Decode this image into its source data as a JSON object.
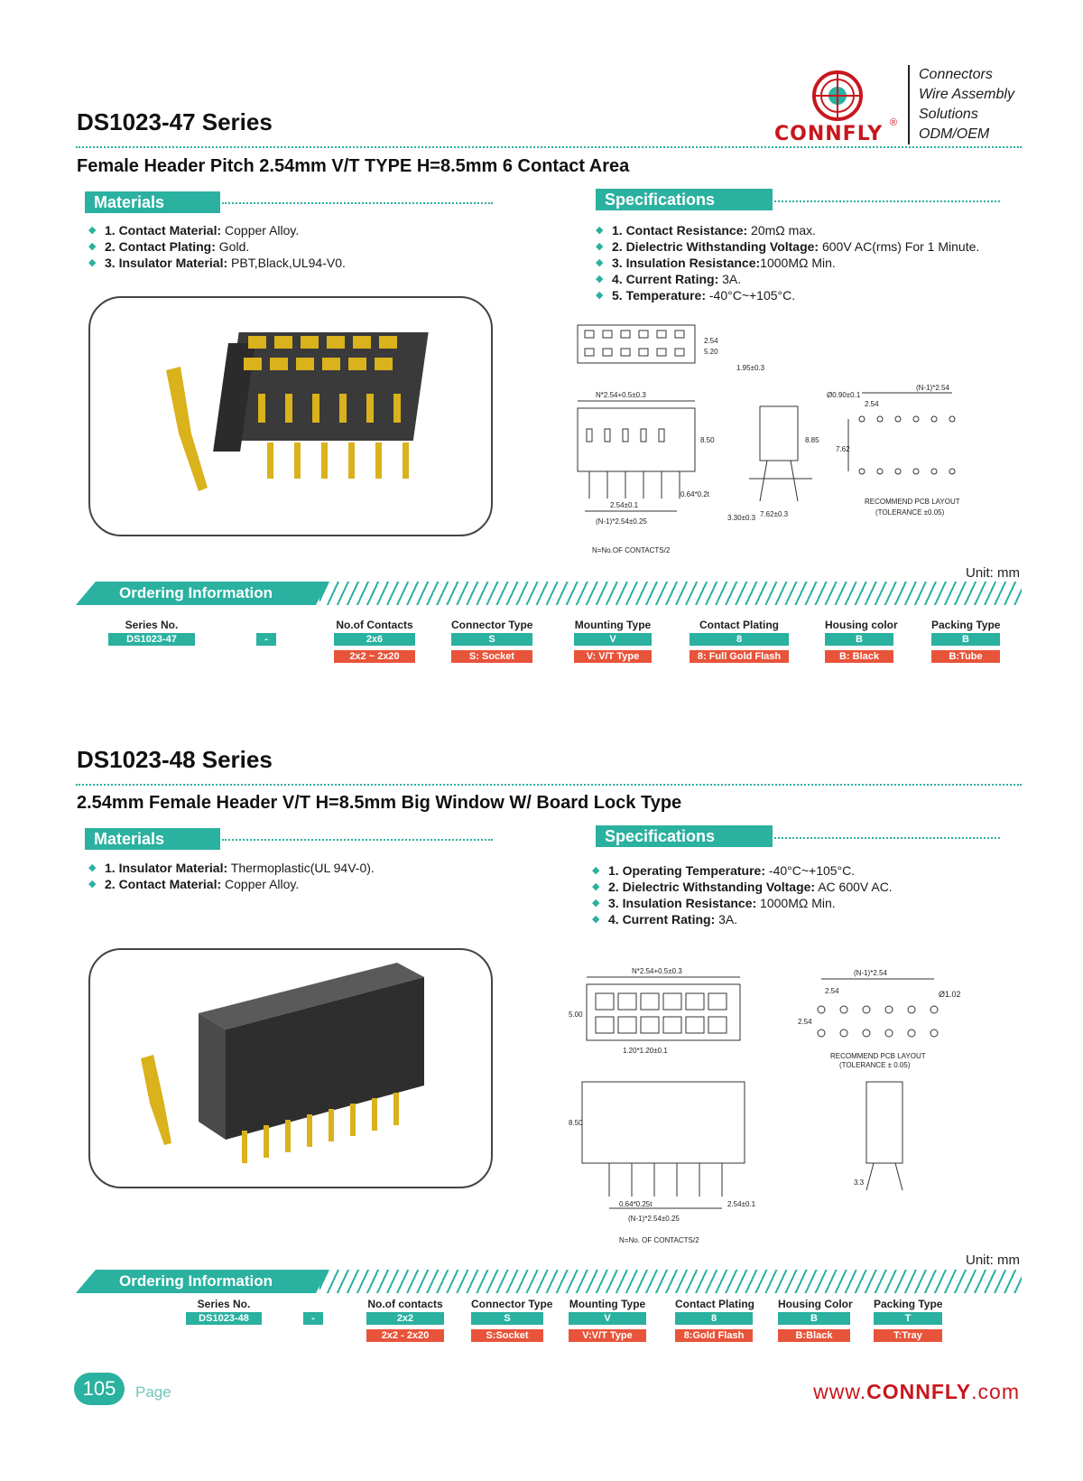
{
  "brand": {
    "logo_text": "CONNFLY",
    "registered": "®",
    "tagline": [
      "Connectors",
      "Wire Assembly",
      "Solutions",
      "ODM/OEM"
    ]
  },
  "section1": {
    "title": "DS1023-47 Series",
    "subtitle": "Female Header Pitch 2.54mm V/T TYPE H=8.5mm 6 Contact Area",
    "materials_heading": "Materials",
    "materials": [
      {
        "label": "1. Contact Material:",
        "value": " Copper Alloy."
      },
      {
        "label": "2. Contact Plating:",
        "value": " Gold."
      },
      {
        "label": "3. Insulator Material:",
        "value": " PBT,Black,UL94-V0."
      }
    ],
    "specs_heading": "Specifications",
    "specs": [
      {
        "label": "1. Contact Resistance:",
        "value": " 20mΩ max."
      },
      {
        "label": "2. Dielectric Withstanding Voltage:",
        "value": " 600V AC(rms) For 1 Minute."
      },
      {
        "label": "3. Insulation Resistance:",
        "value": "1000MΩ Min."
      },
      {
        "label": "4. Current Rating:",
        "value": " 3A."
      },
      {
        "label": "5. Temperature:",
        "value": " -40°C~+105°C."
      }
    ],
    "drawing_labels": {
      "d1": "2.54",
      "d2": "5.20",
      "d3": "N*2.54+0.5±0.3",
      "d4": "1.95±0.3",
      "d5": "8.50",
      "d6": "8.85",
      "d7": "0.64*0.2t",
      "d8": "2.54±0.1",
      "d9": "(N-1)*2.54±0.25",
      "d10": "7.62±0.3",
      "d11": "3.30±0.3",
      "d12": "N=No.OF CONTACTS/2",
      "d13": "(N-1)*2.54",
      "d14": "2.54",
      "d15": "Ø0.90±0.1",
      "d16": "7.62",
      "pcb1": "RECOMMEND PCB LAYOUT",
      "pcb2": "(TOLERANCE ±0.05)"
    },
    "unit": "Unit: mm",
    "ordering_heading": "Ordering Information",
    "ordering": [
      {
        "header": "Series No.",
        "value": "DS1023-47",
        "option": ""
      },
      {
        "header": "",
        "value": "-",
        "option": ""
      },
      {
        "header": "No.of Contacts",
        "value": "2x6",
        "option": "2x2 ~ 2x20"
      },
      {
        "header": "Connector Type",
        "value": "S",
        "option": "S: Socket"
      },
      {
        "header": "Mounting Type",
        "value": "V",
        "option": "V: V/T Type"
      },
      {
        "header": "Contact Plating",
        "value": "8",
        "option": "8: Full Gold Flash"
      },
      {
        "header": "Housing color",
        "value": "B",
        "option": "B: Black"
      },
      {
        "header": "Packing Type",
        "value": "B",
        "option": "B:Tube"
      }
    ]
  },
  "section2": {
    "title": "DS1023-48 Series",
    "subtitle": "2.54mm Female Header V/T H=8.5mm Big Window W/ Board Lock Type",
    "materials_heading": "Materials",
    "materials": [
      {
        "label": "1. Insulator Material:",
        "value": " Thermoplastic(UL 94V-0)."
      },
      {
        "label": "2. Contact Material:",
        "value": " Copper Alloy."
      }
    ],
    "specs_heading": "Specifications",
    "specs": [
      {
        "label": "1. Operating Temperature:",
        "value": " -40°C~+105°C."
      },
      {
        "label": "2. Dielectric Withstanding Voltage:",
        "value": " AC 600V AC."
      },
      {
        "label": "3. Insulation Resistance:",
        "value": " 1000MΩ Min."
      },
      {
        "label": "4. Current Rating:",
        "value": " 3A."
      }
    ],
    "drawing_labels": {
      "d1": "N*2.54+0.5±0.3",
      "d2": "5.00",
      "d3": "1.20*1.20±0.1",
      "d4": "(N-1)*2.54",
      "d5": "2.54",
      "d6": "Ø1.02",
      "d7": "2.54",
      "d8": "8.50",
      "d9": "0.64*0.25t",
      "d10": "2.54±0.1",
      "d11": "(N-1)*2.54±0.25",
      "d12": "N=No. OF CONTACTS/2",
      "d13": "3.3",
      "pcb1": "RECOMMEND PCB LAYOUT",
      "pcb2": "(TOLERANCE ± 0.05)"
    },
    "unit": "Unit: mm",
    "ordering_heading": "Ordering Information",
    "ordering": [
      {
        "header": "Series No.",
        "value": "DS1023-48",
        "option": ""
      },
      {
        "header": "",
        "value": "-",
        "option": ""
      },
      {
        "header": "No.of contacts",
        "value": "2x2",
        "option": "2x2 - 2x20"
      },
      {
        "header": "Connector Type",
        "value": "S",
        "option": "S:Socket"
      },
      {
        "header": "Mounting Type",
        "value": "V",
        "option": "V:V/T Type"
      },
      {
        "header": "Contact Plating",
        "value": "8",
        "option": "8:Gold Flash"
      },
      {
        "header": "Housing Color",
        "value": "B",
        "option": "B:Black"
      },
      {
        "header": "Packing Type",
        "value": "T",
        "option": "T:Tray"
      }
    ]
  },
  "footer": {
    "page_number": "105",
    "page_word": "Page",
    "website_prefix": "www.",
    "website_brand": "CONNFLY",
    "website_suffix": ".com"
  },
  "colors": {
    "accent_teal": "#2ab1a0",
    "option_red": "#e8543a",
    "brand_red": "#c8161d"
  }
}
